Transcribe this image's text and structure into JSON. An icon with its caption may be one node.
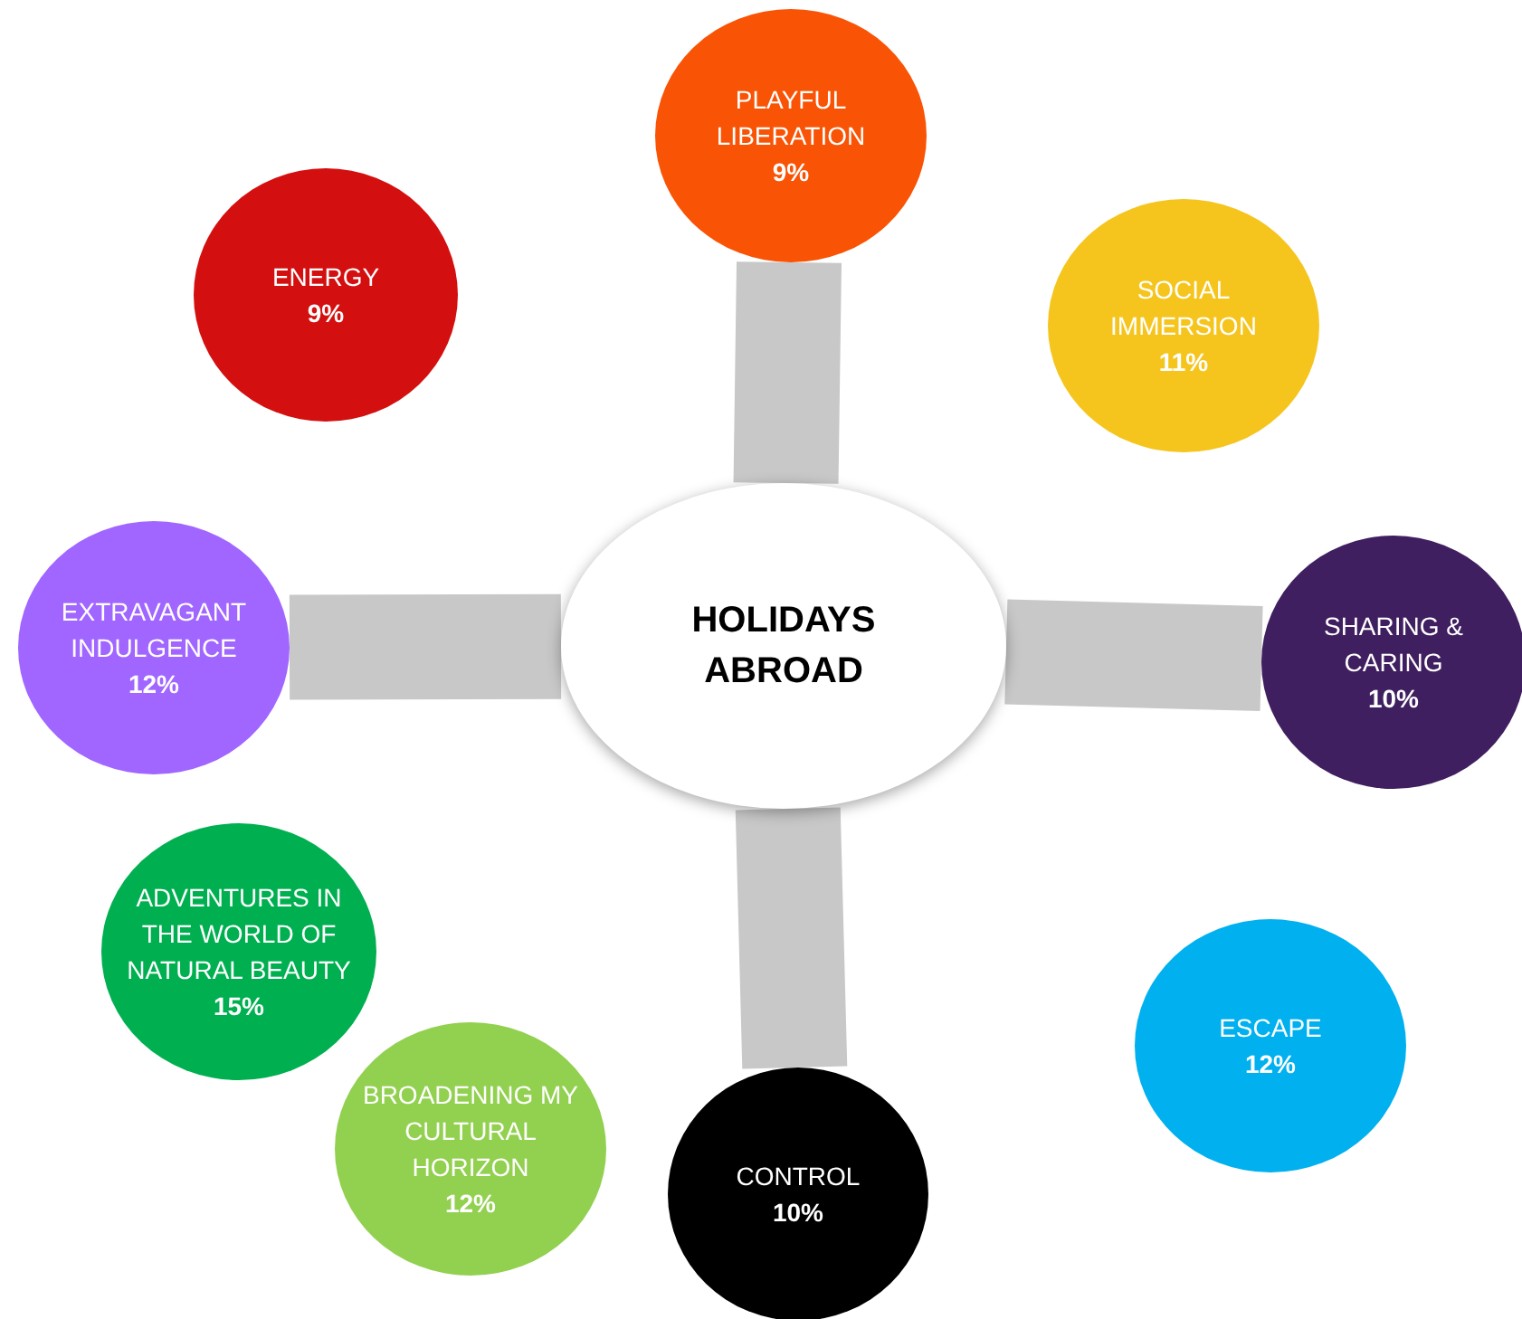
{
  "diagram": {
    "nodes": [
      {
        "text": [
          "HOLIDAYS ABROAD"
        ]
      },
      {
        "text": [
          "PLAYFUL LIBERATION",
          "9%"
        ]
      },
      {
        "text": [
          "ENERGY",
          "9%"
        ]
      },
      {
        "text": [
          "SOCIAL IMMERSION",
          "11%"
        ]
      },
      {
        "text": [
          "EXTRAVAGANT INDULGENCE",
          "12%"
        ]
      },
      {
        "text": [
          "SHARING & CARING",
          "10%"
        ]
      },
      {
        "text": [
          "ADVENTURES IN THE WORLD OF NATURAL BEAUTY",
          "15%"
        ]
      },
      {
        "text": [
          "ESCAPE",
          "12%"
        ]
      },
      {
        "text": [
          "BROADENING MY CULTURAL HORIZON",
          "12%"
        ]
      },
      {
        "text": [
          "CONTROL",
          "10%"
        ]
      }
    ],
    "edges": [
      {
        "from": 0,
        "to": 1,
        "arrow": "none"
      },
      {
        "from": 0,
        "to": 4,
        "arrow": "none"
      },
      {
        "from": 0,
        "to": 5,
        "arrow": "none"
      },
      {
        "from": 0,
        "to": 9,
        "arrow": "none"
      }
    ]
  }
}
